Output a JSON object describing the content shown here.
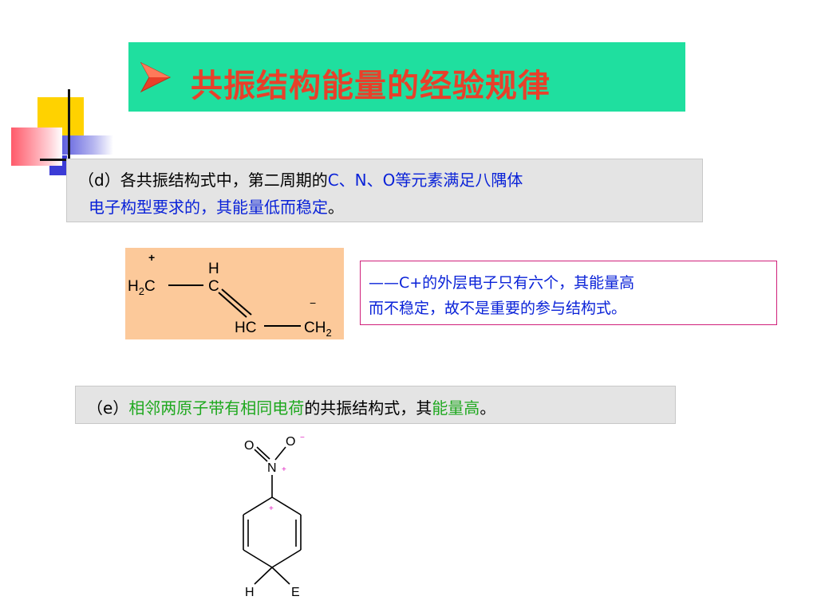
{
  "title": {
    "arrow": "➢",
    "text": "共振结构能量的经验规律"
  },
  "rule_d": {
    "prefix": "（d）各共振结构式中，第二周期的",
    "highlight1": "C、N、O等元素满足八隅体",
    "highlight2": "电子构型要求的，其能量低而稳定",
    "suffix": "。"
  },
  "molecule1": {
    "plus": "+",
    "H_top": "H",
    "H2C": "H",
    "H2C_sub": "2",
    "H2C_c": "C",
    "C": "C",
    "minus": "−",
    "HC": "HC",
    "CH2": "CH",
    "CH2_sub": "2"
  },
  "note": {
    "line1": "——C+的外层电子只有六个，其能量高",
    "line2": "而不稳定，故不是重要的参与结构式。"
  },
  "rule_e": {
    "prefix": "（e）",
    "highlight1": "相邻两原子带有相同电荷",
    "middle": "的共振结构式，其",
    "highlight2": "能量高",
    "suffix": "。"
  },
  "molecule2": {
    "O_left": "O",
    "O_right": "O",
    "O_minus": "−",
    "N": "N",
    "N_plus": "+",
    "ring_plus": "+",
    "H": "H",
    "E": "E"
  },
  "colors": {
    "title_bg": "#1fdf9f",
    "title_text": "#e8402a",
    "highlight_blue": "#0a22d8",
    "highlight_green": "#1ea81e",
    "molecule1_bg": "#fcc99a",
    "note_border": "#d0207a",
    "charge_magenta": "#e020c0"
  }
}
